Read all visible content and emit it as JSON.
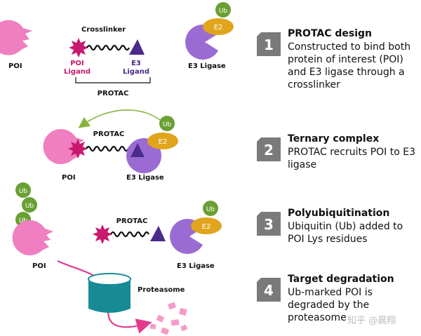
{
  "diagram": {
    "labels": {
      "poi": "POI",
      "crosslinker": "Crosslinker",
      "poi_ligand_line1": "POI",
      "poi_ligand_line2": "Ligand",
      "e3_ligand_line1": "E3",
      "e3_ligand_line2": "Ligand",
      "protac": "PROTAC",
      "e3_ligase": "E3 Ligase",
      "e2": "E2",
      "ub": "Ub",
      "proteasome": "Proteasome"
    },
    "colors": {
      "poi_pink": "#ef7fc0",
      "ligand_magenta": "#c9196f",
      "e3_purple": "#9b6bd4",
      "e3_ligand_triangle": "#4a2a8a",
      "e2_orange": "#e0a51c",
      "ub_green": "#6aa033",
      "proteasome_teal": "#168b95",
      "arrow_pink": "#e23a8c",
      "arrow_green": "#8ab43f",
      "badge_grey": "#7a7a7a"
    }
  },
  "steps": [
    {
      "number": "1",
      "title": "PROTAC design",
      "description": "Constructed to bind both protein of interest (POI) and E3 ligase through a crosslinker"
    },
    {
      "number": "2",
      "title": "Ternary complex",
      "description": "PROTAC recruits POI to E3 ligase"
    },
    {
      "number": "3",
      "title": "Polyubiquitination",
      "description": "Ubiquitin (Ub) added to POI Lys residues"
    },
    {
      "number": "4",
      "title": "Target degradation",
      "description": "Ub-marked POI is degraded by the proteasome"
    }
  ],
  "watermark": "知乎 @晨翔"
}
